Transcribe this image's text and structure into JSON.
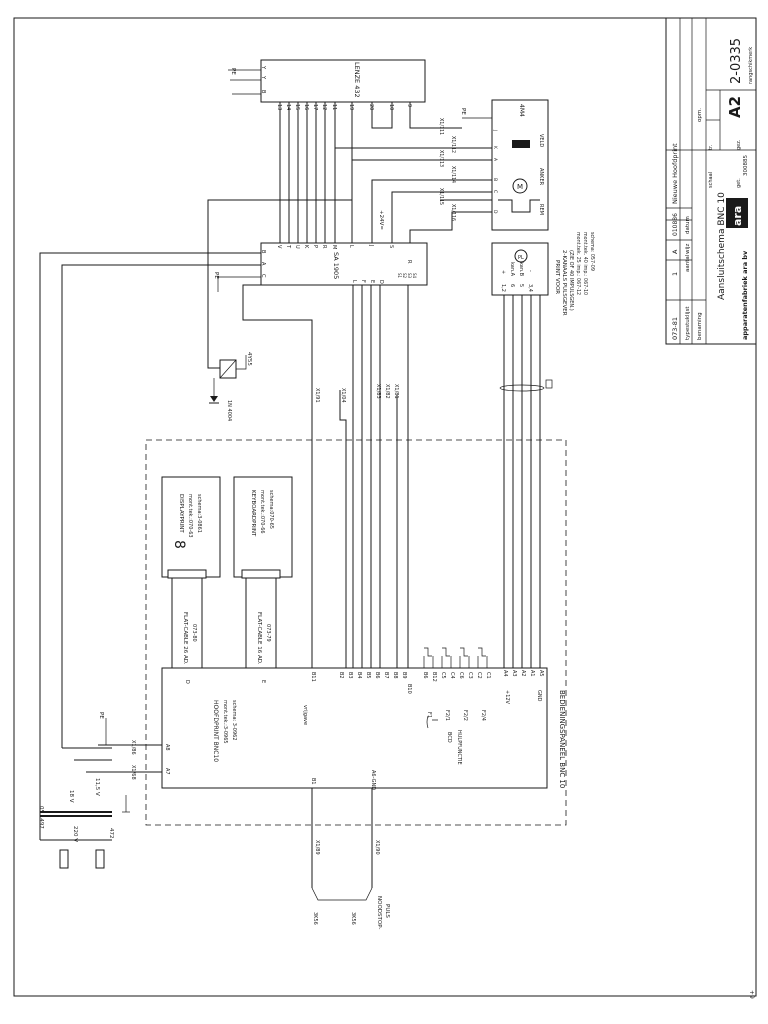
{
  "title_block": {
    "logo": "ara",
    "company": "apparatenfabriek ara bv",
    "title": "Aansluitschema BNC 10",
    "formaat": "A2",
    "drawing_number": "2-0335",
    "stamp": "2-0335",
    "rangschikmerk": "rangschikmerk",
    "revision_row": [
      "073-81",
      "1",
      "A",
      "010886",
      "Nieuwe Hoofdprint"
    ],
    "header_row": [
      "typestuklijst",
      "aantal",
      "wijz",
      "datum"
    ],
    "benaming": "benaming",
    "opm": "opm.",
    "schaal": "schaal",
    "get": "get.",
    "get_value": "300885",
    "gez": "gez.",
    "tr": "tr."
  },
  "lenze": {
    "title": "LENZE 432",
    "pins": [
      "13",
      "14",
      "15",
      "16",
      "17",
      "12",
      "11",
      "19",
      "20",
      "10",
      "9"
    ],
    "top_pins": [
      "Y",
      "Y",
      "B"
    ],
    "pe": "PE"
  },
  "sa": {
    "title": "SA 1905",
    "pins": [
      "V",
      "T",
      "U",
      "K",
      "P",
      "R",
      "M",
      "L",
      "J",
      "S"
    ],
    "left_pins": [
      "B",
      "A",
      "C"
    ],
    "right_pins": [
      "R",
      "D",
      "E",
      "F",
      "L"
    ],
    "supply": "+24V=",
    "legend": [
      "S1",
      "S2",
      "S3",
      "S4"
    ],
    "pe": "PE"
  },
  "motor": {
    "title": "4M4",
    "pe": "PE",
    "veld": "VELD",
    "anker": "ANKER",
    "rem": "REM",
    "m": "M",
    "terminals": [
      "X1/111",
      "X1/112",
      "X1/113",
      "X1/114",
      "X1/115",
      "X1/116"
    ],
    "pins": [
      "J",
      "K",
      "A",
      "B",
      "C",
      "D"
    ]
  },
  "encoder": {
    "pins": [
      "1,2",
      "6",
      "5",
      "3,4"
    ],
    "signals": [
      "+",
      "kan.A",
      "kan.B",
      "-"
    ],
    "pl": "PL",
    "title": "PRINT VOOR",
    "title2": "2-KANAALS PULSGEVER",
    "note": "(ZIE OF 40 IMPULSGEN.)",
    "mont": "mont.tek. 25 imp.: 067-12",
    "mont2": "mont.tek. 40 imp.: 067-10",
    "schema": "schema: 057-09"
  },
  "relay": {
    "label": "4Y55",
    "diode": "1N 4004"
  },
  "terminals_top": [
    "X1/91",
    "X1/04",
    "X1/83",
    "X1/82",
    "X1/81"
  ],
  "display": {
    "title": "DISPLAYPRINT",
    "mont": "mont.tek.:070-63",
    "schema": "schema:3-0861",
    "digit": "8",
    "conn": "D"
  },
  "keyboard": {
    "title": "KEYBOARDPRINT",
    "mont": "mont.tek.:070-66",
    "schema": "schema:070-65",
    "conn": "E"
  },
  "cable26": {
    "label": "FLAT-CABLE 26 AD.",
    "num": "073-80"
  },
  "cable16": {
    "label": "FLAT-CABLE 16 AD.",
    "num": "073-79"
  },
  "hoofdprint": {
    "title": "HOOFDPRINT BNC10",
    "mont": "mont.tek.:3-0965",
    "schema": "schema: 3-0962",
    "conn_d": "D",
    "conn_e": "E",
    "a8": "A8",
    "a7": "A7",
    "b1": "B1",
    "a6": "A6-GND",
    "b11": "B11",
    "vrijgave": "vrijgave",
    "b_pins": [
      "B2",
      "B3",
      "B4",
      "B5",
      "B6",
      "B7",
      "B8",
      "B9",
      "B10"
    ],
    "hulp_pins": [
      "B6",
      "B12",
      "C5",
      "C4",
      "C6",
      "C3",
      "C2",
      "C1"
    ],
    "hulp_sw": [
      "F1",
      "F2/1",
      "F2/2",
      "F2/4"
    ],
    "hulp": "HULPFUNCTIE",
    "bcd": "BCD",
    "a_pins": [
      "A4",
      "A3",
      "A2",
      "A1",
      "A5"
    ],
    "a_sig": [
      "+12V",
      "GND"
    ]
  },
  "panel": {
    "label": "BEDIENINGSPANEEL BNC 10"
  },
  "transformer": {
    "code": "05 1497",
    "v1": "18 V",
    "v2": "11,5 V",
    "v3": "220 V",
    "fuse": "472",
    "pe": "PE",
    "t1": "X1/86",
    "t2": "X1/68"
  },
  "bottom": {
    "t1": "X1/89",
    "t2": "X1/90",
    "stop": "NOODSTOP-",
    "puls": "PULS",
    "k1": "3K56",
    "k2": "3K56"
  },
  "footer": {
    "mark": "+9"
  }
}
